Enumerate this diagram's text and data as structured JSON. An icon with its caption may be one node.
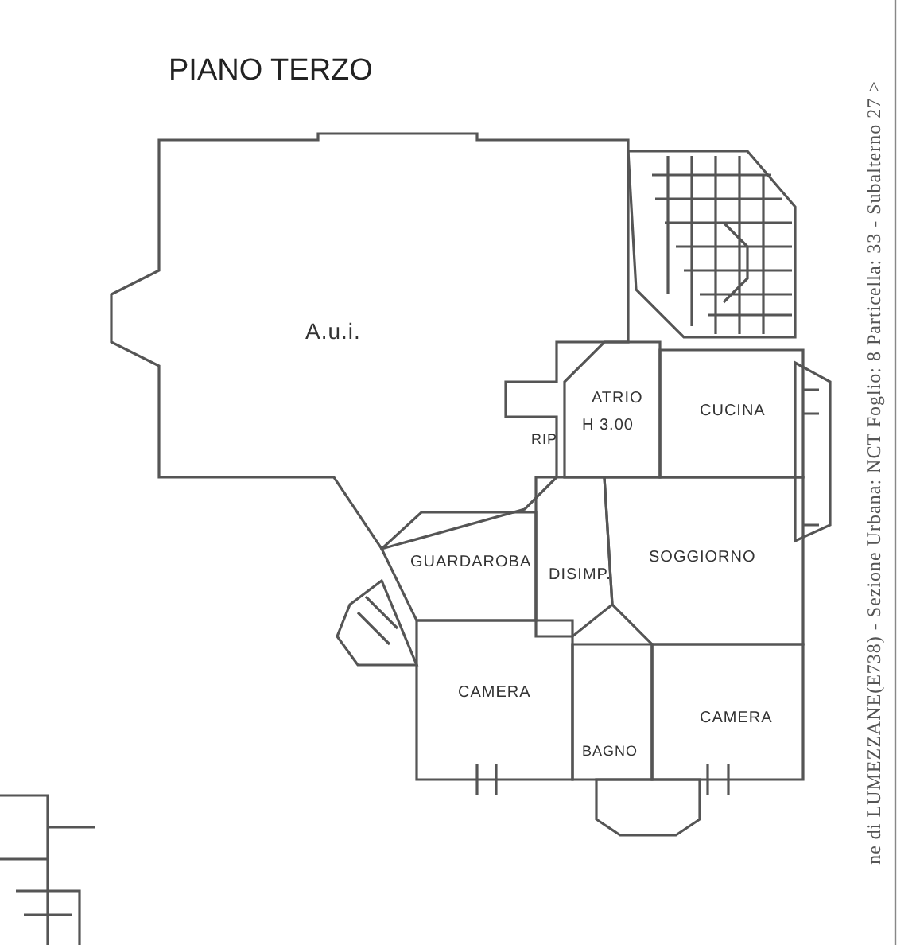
{
  "diagram": {
    "title": "PIANO TERZO",
    "labels": [
      "A.u.i.",
      "ATRIO",
      "H 3.00",
      "CUCINA",
      "RIP",
      "SOGGIORNO",
      "GUARDAROBA",
      "DISIMP.",
      "CAMERA",
      "CAMERA",
      "BAGNO",
      "ne di LUMEZZANE(E738) - Sezione Urbana: NCT Foglio: 8 Particella: 33 - Subalterno 27 >"
    ]
  }
}
